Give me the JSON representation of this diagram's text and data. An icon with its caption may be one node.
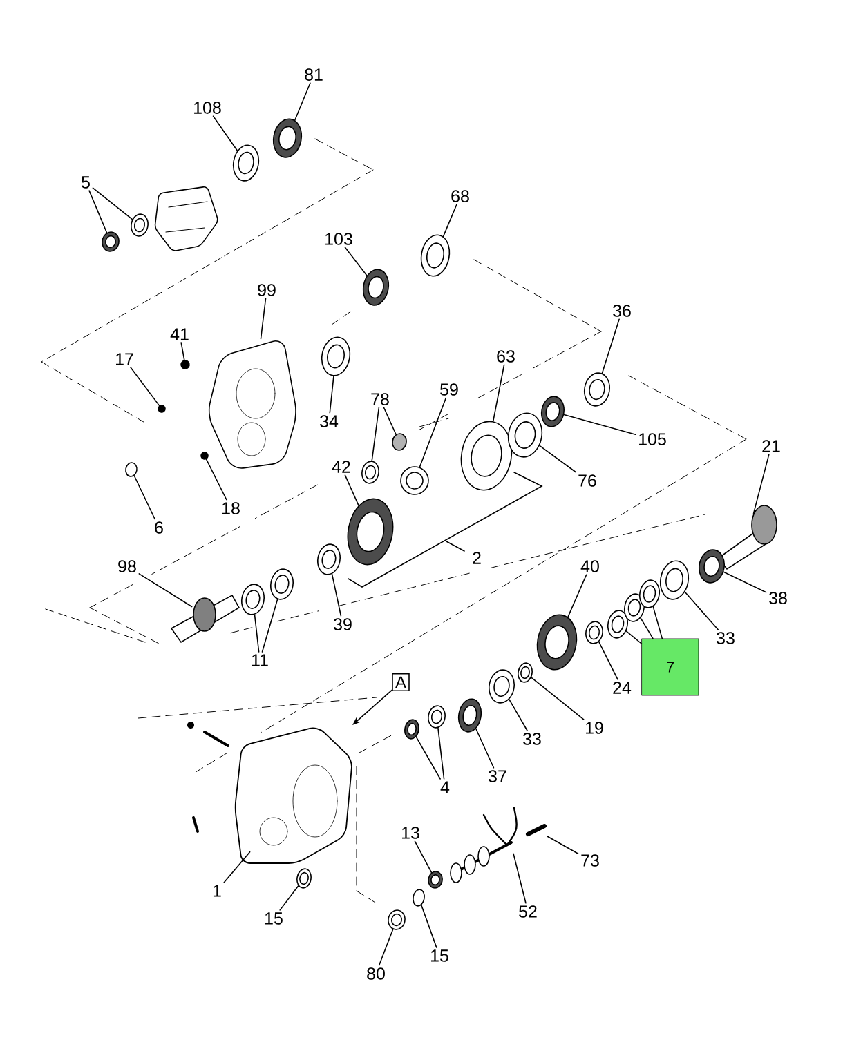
{
  "diagram": {
    "nodes": [
      {
        "text": [
          "81"
        ]
      },
      {
        "text": [
          "108"
        ]
      },
      {
        "text": [
          "5"
        ]
      },
      {
        "text": [
          "68"
        ]
      },
      {
        "text": [
          "103"
        ]
      },
      {
        "text": [
          "99"
        ]
      },
      {
        "text": [
          "41"
        ]
      },
      {
        "text": [
          "17"
        ]
      },
      {
        "text": [
          "34"
        ]
      },
      {
        "text": [
          "36"
        ]
      },
      {
        "text": [
          "63"
        ]
      },
      {
        "text": [
          "59"
        ]
      },
      {
        "text": [
          "78"
        ]
      },
      {
        "text": [
          "105"
        ]
      },
      {
        "text": [
          "21"
        ]
      },
      {
        "text": [
          "6"
        ]
      },
      {
        "text": [
          "18"
        ]
      },
      {
        "text": [
          "42"
        ]
      },
      {
        "text": [
          "76"
        ]
      },
      {
        "text": [
          "98"
        ]
      },
      {
        "text": [
          "40"
        ]
      },
      {
        "text": [
          "38"
        ]
      },
      {
        "text": [
          "39"
        ]
      },
      {
        "text": [
          "33"
        ]
      },
      {
        "text": [
          "11"
        ]
      },
      {
        "text": [
          "7"
        ]
      },
      {
        "text": [
          "24"
        ]
      },
      {
        "text": [
          "A"
        ]
      },
      {
        "text": [
          "4"
        ]
      },
      {
        "text": [
          "19"
        ]
      },
      {
        "text": [
          "33"
        ]
      },
      {
        "text": [
          "37"
        ]
      },
      {
        "text": [
          "13"
        ]
      },
      {
        "text": [
          "73"
        ]
      },
      {
        "text": [
          "1"
        ]
      },
      {
        "text": [
          "52"
        ]
      },
      {
        "text": [
          "15"
        ]
      },
      {
        "text": [
          "80"
        ]
      },
      {
        "text": [
          "15"
        ]
      },
      {
        "text": [],
        "shape": "circle"
      },
      {
        "text": [],
        "shape": "circle"
      },
      {
        "text": [],
        "shape": "circle"
      },
      {
        "text": [],
        "shape": "circle"
      },
      {
        "text": [],
        "shape": "circle"
      },
      {
        "text": [],
        "shape": "circle"
      },
      {
        "text": [],
        "shape": "picture"
      },
      {
        "text": [],
        "shape": "circle"
      },
      {
        "text": [],
        "shape": "circle"
      },
      {
        "text": [],
        "shape": "circle"
      },
      {
        "text": [],
        "shape": "circle"
      },
      {
        "text": [],
        "shape": "circle"
      },
      {
        "text": [],
        "shape": "circle"
      },
      {
        "text": [],
        "shape": "circle"
      },
      {
        "text": [],
        "shape": "circle"
      },
      {
        "text": [],
        "shape": "circle"
      },
      {
        "text": [],
        "shape": "picture"
      },
      {
        "text": [],
        "shape": "circle"
      },
      {
        "text": [],
        "shape": "circle"
      },
      {
        "text": [],
        "shape": "circle"
      },
      {
        "text": [],
        "shape": "circle"
      },
      {
        "text": [],
        "shape": "picture"
      },
      {
        "text": [],
        "shape": "circle"
      },
      {
        "text": [],
        "shape": "circle"
      },
      {
        "text": [],
        "shape": "circle"
      },
      {
        "text": [],
        "shape": "circle"
      },
      {
        "text": [],
        "shape": "circle"
      },
      {
        "text": [],
        "shape": "circle"
      },
      {
        "text": [],
        "shape": "circle"
      },
      {
        "text": [],
        "shape": "circle"
      },
      {
        "text": [],
        "shape": "circle"
      },
      {
        "text": [],
        "shape": "circle"
      },
      {
        "text": [],
        "shape": "circle"
      },
      {
        "text": [],
        "shape": "circle"
      },
      {
        "text": [],
        "shape": "circle"
      },
      {
        "text": [],
        "shape": "circle"
      },
      {
        "text": [],
        "shape": "circle"
      },
      {
        "text": [],
        "shape": "circle"
      },
      {
        "text": [],
        "shape": "picture"
      },
      {
        "text": [],
        "shape": "picture"
      },
      {
        "text": [],
        "shape": "picture"
      },
      {
        "text": [],
        "shape": "circle"
      },
      {
        "text": [],
        "shape": "circle"
      },
      {
        "text": [],
        "shape": "circle"
      }
    ],
    "edges": [
      {
        "from": 0,
        "to": 39,
        "arrow": "none"
      },
      {
        "from": 1,
        "to": 40,
        "arrow": "none"
      },
      {
        "from": 2,
        "to": 41,
        "arrow": "none"
      },
      {
        "from": 2,
        "to": 42,
        "arrow": "none"
      },
      {
        "from": 3,
        "to": 43,
        "arrow": "none"
      },
      {
        "from": 4,
        "to": 44,
        "arrow": "none"
      },
      {
        "from": 5,
        "to": 45,
        "arrow": "none"
      },
      {
        "from": 6,
        "to": 46,
        "arrow": "none"
      },
      {
        "from": 7,
        "to": 47,
        "arrow": "none"
      },
      {
        "from": 8,
        "to": 48,
        "arrow": "none"
      },
      {
        "from": 9,
        "to": 49,
        "arrow": "none"
      },
      {
        "from": 10,
        "to": 50,
        "arrow": "none"
      },
      {
        "from": 11,
        "to": 51,
        "arrow": "none"
      },
      {
        "from": 12,
        "to": 52,
        "arrow": "none"
      },
      {
        "from": 12,
        "to": 53,
        "arrow": "none"
      },
      {
        "from": 13,
        "to": 54,
        "arrow": "none"
      },
      {
        "from": 14,
        "to": 55,
        "arrow": "none"
      },
      {
        "from": 15,
        "to": 56,
        "arrow": "none"
      },
      {
        "from": 16,
        "to": 57,
        "arrow": "none"
      },
      {
        "from": 17,
        "to": 58,
        "arrow": "none"
      },
      {
        "from": 18,
        "to": 59,
        "arrow": "none"
      },
      {
        "from": 19,
        "to": 60,
        "arrow": "none"
      },
      {
        "from": 20,
        "to": 61,
        "arrow": "none"
      },
      {
        "from": 21,
        "to": 62,
        "arrow": "none"
      },
      {
        "from": 22,
        "to": 63,
        "arrow": "none"
      },
      {
        "from": 23,
        "to": 64,
        "arrow": "none"
      },
      {
        "from": 24,
        "to": 65,
        "arrow": "none"
      },
      {
        "from": 24,
        "to": 66,
        "arrow": "none"
      },
      {
        "from": 25,
        "to": 67,
        "arrow": "none"
      },
      {
        "from": 25,
        "to": 68,
        "arrow": "none"
      },
      {
        "from": 25,
        "to": 69,
        "arrow": "none"
      },
      {
        "from": 26,
        "to": 70,
        "arrow": "none"
      },
      {
        "from": 27,
        "to": null,
        "arrow": "to"
      },
      {
        "from": 28,
        "to": 71,
        "arrow": "none"
      },
      {
        "from": 28,
        "to": 72,
        "arrow": "none"
      },
      {
        "from": 29,
        "to": 73,
        "arrow": "none"
      },
      {
        "from": 30,
        "to": 74,
        "arrow": "none"
      },
      {
        "from": 31,
        "to": 75,
        "arrow": "none"
      },
      {
        "from": 32,
        "to": 76,
        "arrow": "none"
      },
      {
        "from": 33,
        "to": 77,
        "arrow": "none"
      },
      {
        "from": 34,
        "to": 78,
        "arrow": "none"
      },
      {
        "from": 35,
        "to": 79,
        "arrow": "none"
      },
      {
        "from": 36,
        "to": 80,
        "arrow": "none"
      },
      {
        "from": 37,
        "to": 81,
        "arrow": "none"
      },
      {
        "from": 38,
        "to": 82,
        "arrow": "none"
      }
    ],
    "labels": [
      "2"
    ]
  }
}
